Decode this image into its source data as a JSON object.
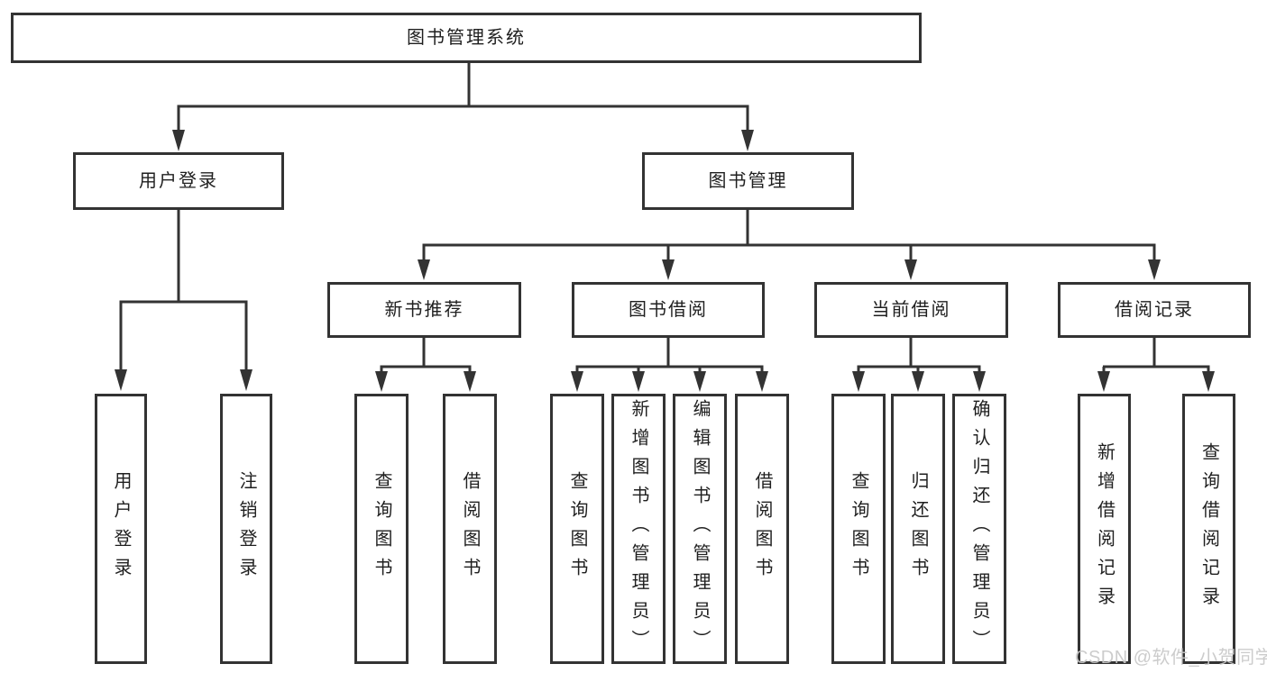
{
  "tree": {
    "root": {
      "label": "图书管理系统"
    },
    "branches": [
      {
        "label": "用户登录",
        "children": [
          {
            "label": "用户登录"
          },
          {
            "label": "注销登录"
          }
        ]
      },
      {
        "label": "图书管理",
        "sections": [
          {
            "label": "新书推荐",
            "children": [
              {
                "label": "查询图书"
              },
              {
                "label": "借阅图书"
              }
            ]
          },
          {
            "label": "图书借阅",
            "children": [
              {
                "label": "查询图书"
              },
              {
                "label": "新增图书（管理员）"
              },
              {
                "label": "编辑图书（管理员）"
              },
              {
                "label": "借阅图书"
              }
            ]
          },
          {
            "label": "当前借阅",
            "children": [
              {
                "label": "查询图书"
              },
              {
                "label": "归还图书"
              },
              {
                "label": "确认归还（管理员）"
              }
            ]
          },
          {
            "label": "借阅记录",
            "children": [
              {
                "label": "新增借阅记录"
              },
              {
                "label": "查询借阅记录"
              }
            ]
          }
        ]
      }
    ]
  },
  "watermark": {
    "text": "CSDN @软件_小贺同学"
  },
  "colors": {
    "line": "#333333",
    "text": "#1f1f1f",
    "watermark": "#c8c8c8",
    "background": "#ffffff"
  }
}
